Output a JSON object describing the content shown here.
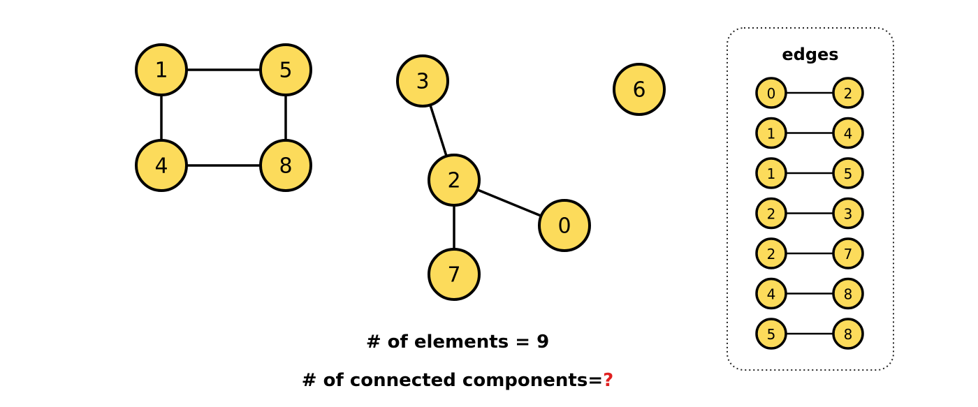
{
  "graph": {
    "nodes": [
      "0",
      "1",
      "2",
      "3",
      "4",
      "5",
      "6",
      "7",
      "8"
    ],
    "edges": [
      [
        "1",
        "5"
      ],
      [
        "1",
        "4"
      ],
      [
        "5",
        "8"
      ],
      [
        "4",
        "8"
      ],
      [
        "3",
        "2"
      ],
      [
        "2",
        "0"
      ],
      [
        "2",
        "7"
      ]
    ]
  },
  "panel": {
    "title": "edges",
    "edges": [
      [
        "0",
        "2"
      ],
      [
        "1",
        "4"
      ],
      [
        "1",
        "5"
      ],
      [
        "2",
        "3"
      ],
      [
        "2",
        "7"
      ],
      [
        "4",
        "8"
      ],
      [
        "5",
        "8"
      ]
    ]
  },
  "caption": {
    "elements": "# of elements = 9",
    "components": "# of connected components=",
    "mark": "?"
  },
  "colors": {
    "node_fill": "#FCDB5B",
    "stroke": "#000000",
    "question_mark": "#E02020"
  }
}
